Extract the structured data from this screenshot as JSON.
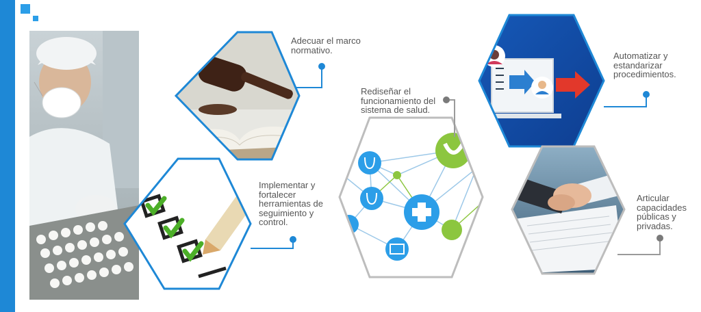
{
  "items": [
    {
      "id": "marco",
      "text": "Adecuar el marco normativo.",
      "icon": "gavel-book-image"
    },
    {
      "id": "herramientas",
      "text": "Implementar y fortalecer herramientas de seguimiento y control.",
      "icon": "checklist-image"
    },
    {
      "id": "rediseno",
      "text": "Rediseñar el funcionamiento del sistema de salud.",
      "icon": "health-network-image"
    },
    {
      "id": "automatizar",
      "text": "Automatizar y estandarizar procedimientos.",
      "icon": "workflow-computer-image"
    },
    {
      "id": "articular",
      "text": "Articular capacidades públicas y privadas.",
      "icon": "handshake-image"
    }
  ],
  "colors": {
    "accent": "#1e88d6",
    "connector_gray": "#7a7a7a",
    "text": "#555555"
  }
}
